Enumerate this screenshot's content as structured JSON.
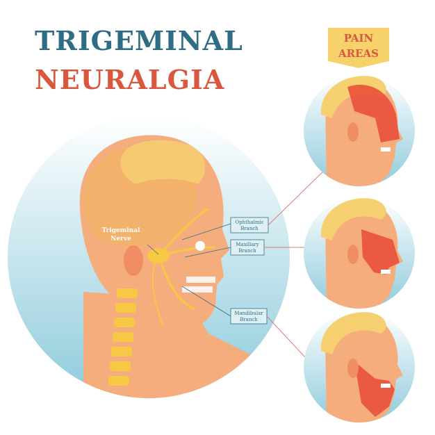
{
  "title": {
    "line1": "TRIGEMINAL",
    "line2": "NEURALGIA"
  },
  "badge": {
    "line1": "PAIN",
    "line2": "AREAS"
  },
  "labels": {
    "nerve_line1": "Trigeminal",
    "nerve_line2": "Nerve",
    "ophthalmic_line1": "Ophthalmic",
    "ophthalmic_line2": "Branch",
    "maxillary_line1": "Maxillary",
    "maxillary_line2": "Branch",
    "mandibular_line1": "Mandibular",
    "mandibular_line2": "Branch"
  },
  "colors": {
    "title_line1": "#2f6d86",
    "title_line2": "#d9573e",
    "badge_fill": "#f7d26a",
    "badge_text": "#d9573e",
    "circle_top": "#ffffff",
    "circle_bottom": "#8fcbdc",
    "skin": "#f6ad7d",
    "skin_dark": "#f08d62",
    "hair": "#f6cf70",
    "brain": "#f3b26a",
    "nerve": "#f7c843",
    "pain_red": "#e74a36",
    "label_box": "#dff0f5",
    "label_text": "#2f6d86",
    "connector": "#e07a70"
  }
}
